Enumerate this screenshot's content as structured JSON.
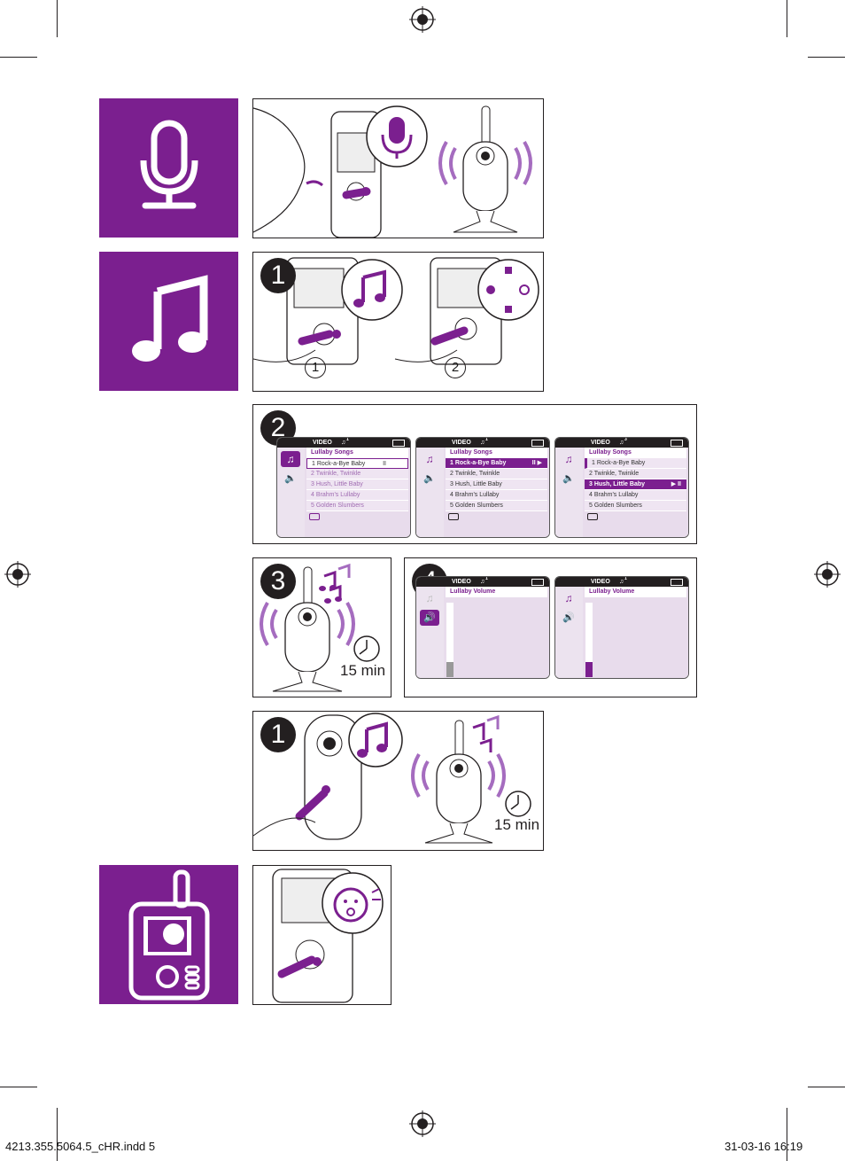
{
  "footer": {
    "file": "4213.355.5064.5_cHR.indd   5",
    "date": "31-03-16   16:19"
  },
  "icons": {
    "tile1": "microphone-icon",
    "tile2": "music-note-icon",
    "tile3": "parent-unit-baby-face-icon"
  },
  "colors": {
    "accent": "#7b1f8f",
    "ink": "#231f20",
    "screen_bg": "#e8dcec"
  },
  "steps": {
    "s1a": "1",
    "s2": "2",
    "s3": "3",
    "s4": "4",
    "s1b": "1",
    "circ1": "1",
    "circ2": "2"
  },
  "timer": {
    "label_a": "15 min",
    "label_b": "15 min"
  },
  "screens": {
    "s1": {
      "header": "VIDEO",
      "track_num": "1",
      "title": "Lullaby Songs",
      "items": [
        "1 Rock-a-Bye Baby",
        "2 Twinkle, Twinkle",
        "3 Hush, Little Baby",
        "4 Brahm's Lullaby",
        "5 Golden Slumbers"
      ],
      "status_glyph": "II"
    },
    "s2": {
      "header": "VIDEO",
      "track_num": "1",
      "title": "Lullaby Songs",
      "items": [
        "1 Rock-a-Bye Baby",
        "2 Twinkle, Twinkle",
        "3 Hush, Little Baby",
        "4 Brahm's Lullaby",
        "5 Golden Slumbers"
      ],
      "status_glyph": "II ▶"
    },
    "s3": {
      "header": "VIDEO",
      "track_num": "3",
      "title": "Lullaby Songs",
      "items": [
        "1 Rock-a-Bye Baby",
        "2 Twinkle, Twinkle",
        "3 Hush, Little Baby",
        "4 Brahm's Lullaby",
        "5 Golden Slumbers"
      ],
      "status_glyph": "▶ II"
    },
    "v1": {
      "header": "VIDEO",
      "track_num": "1",
      "title": "Lullaby Volume",
      "level": 0.2
    },
    "v2": {
      "header": "VIDEO",
      "track_num": "1",
      "title": "Lullaby Volume",
      "level": 0.2
    }
  }
}
